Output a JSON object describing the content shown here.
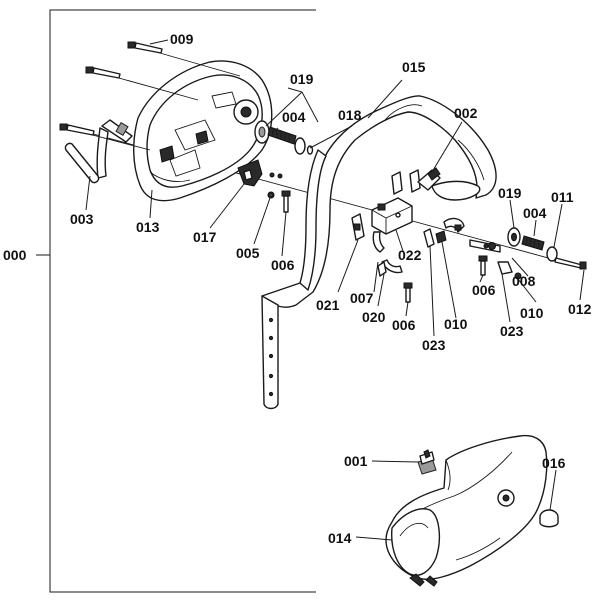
{
  "diagram": {
    "labels": {
      "l000": "000",
      "l001": "001",
      "l002": "002",
      "l003": "003",
      "l004a": "004",
      "l004b": "004",
      "l005": "005",
      "l006a": "006",
      "l006b": "006",
      "l006c": "006",
      "l007": "007",
      "l008": "008",
      "l009": "009",
      "l010a": "010",
      "l010b": "010",
      "l011": "011",
      "l012": "012",
      "l013": "013",
      "l014": "014",
      "l015": "015",
      "l016": "016",
      "l017": "017",
      "l018": "018",
      "l019a": "019",
      "l019b": "019",
      "l020": "020",
      "l021": "021",
      "l022": "022",
      "l023a": "023",
      "l023b": "023"
    }
  }
}
